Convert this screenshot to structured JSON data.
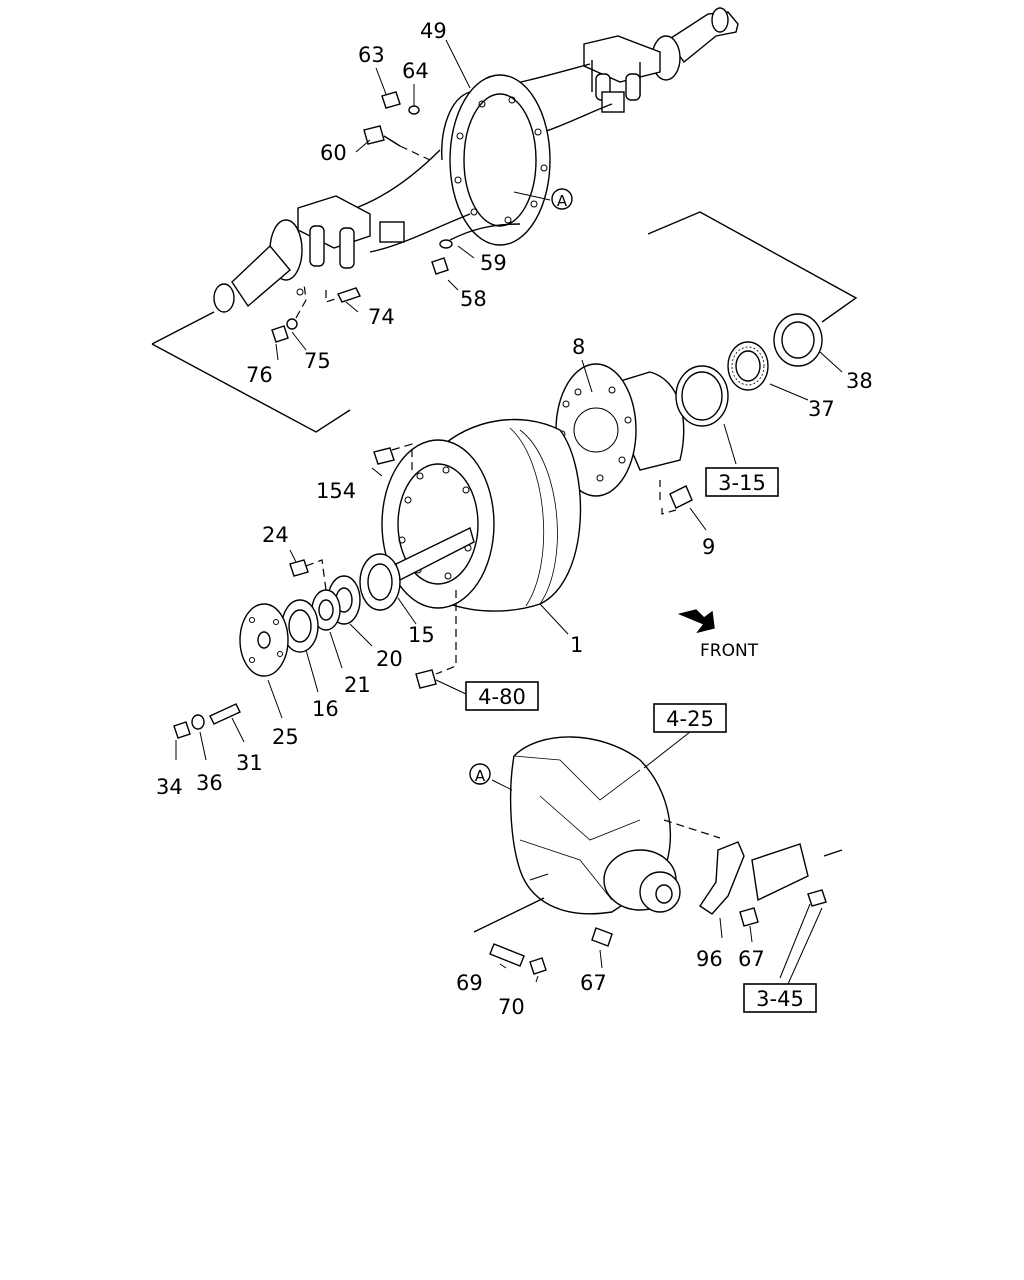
{
  "diagram": {
    "callouts": [
      {
        "id": "49",
        "text": "49"
      },
      {
        "id": "63",
        "text": "63"
      },
      {
        "id": "64",
        "text": "64"
      },
      {
        "id": "60",
        "text": "60"
      },
      {
        "id": "59",
        "text": "59"
      },
      {
        "id": "58",
        "text": "58"
      },
      {
        "id": "74",
        "text": "74"
      },
      {
        "id": "76",
        "text": "76"
      },
      {
        "id": "75",
        "text": "75"
      },
      {
        "id": "8",
        "text": "8"
      },
      {
        "id": "38",
        "text": "38"
      },
      {
        "id": "37",
        "text": "37"
      },
      {
        "id": "154",
        "text": "154"
      },
      {
        "id": "9",
        "text": "9"
      },
      {
        "id": "24",
        "text": "24"
      },
      {
        "id": "15",
        "text": "15"
      },
      {
        "id": "1",
        "text": "1"
      },
      {
        "id": "20",
        "text": "20"
      },
      {
        "id": "21",
        "text": "21"
      },
      {
        "id": "16",
        "text": "16"
      },
      {
        "id": "25",
        "text": "25"
      },
      {
        "id": "31",
        "text": "31"
      },
      {
        "id": "34",
        "text": "34"
      },
      {
        "id": "36",
        "text": "36"
      },
      {
        "id": "96",
        "text": "96"
      },
      {
        "id": "67a",
        "text": "67"
      },
      {
        "id": "67b",
        "text": "67"
      },
      {
        "id": "69",
        "text": "69"
      },
      {
        "id": "70",
        "text": "70"
      }
    ],
    "references": [
      {
        "id": "ref-3-15",
        "text": "3-15"
      },
      {
        "id": "ref-4-80",
        "text": "4-80"
      },
      {
        "id": "ref-4-25",
        "text": "4-25"
      },
      {
        "id": "ref-3-45",
        "text": "3-45"
      }
    ],
    "section_marker": "A",
    "front_label": "FRONT"
  }
}
